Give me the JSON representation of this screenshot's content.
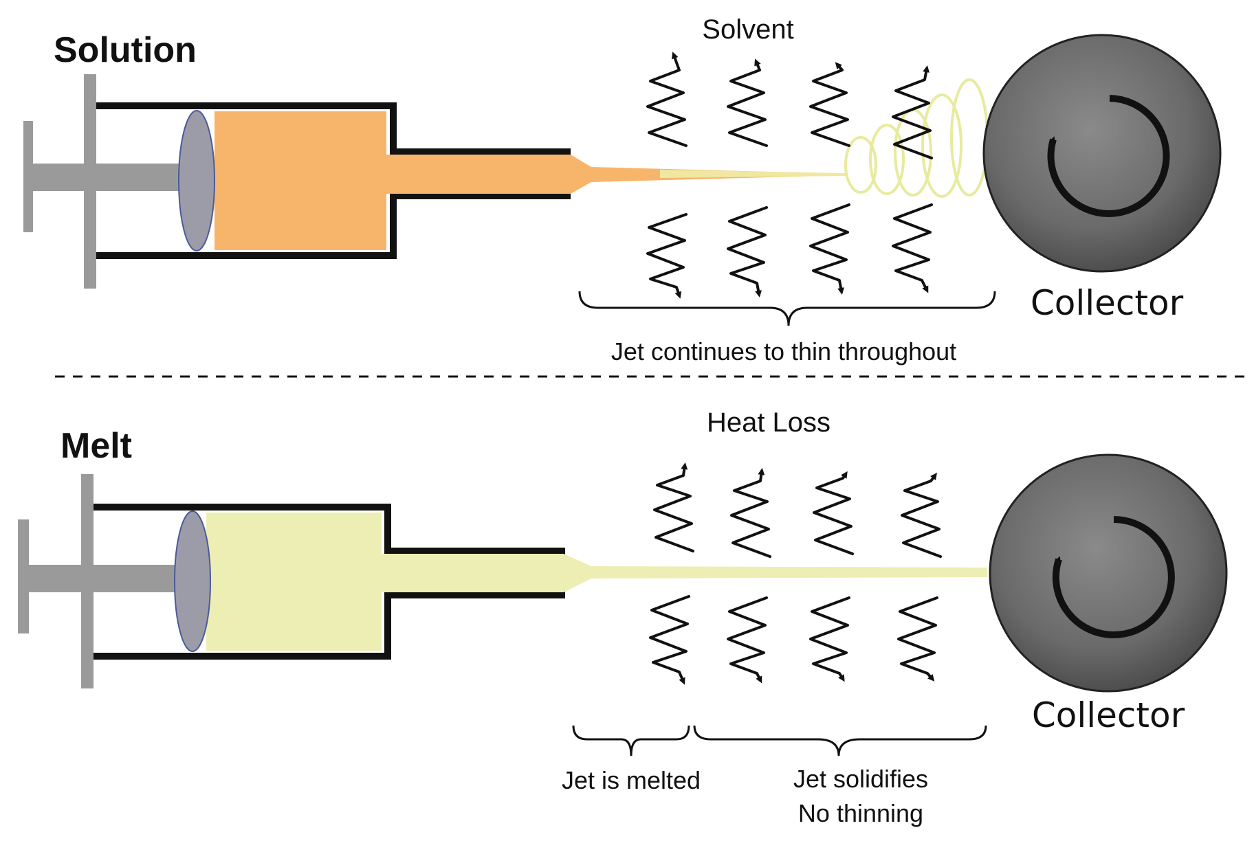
{
  "top": {
    "mode_label": "Solution",
    "emission_label": "Solvent",
    "collector_label": "Collector",
    "brace_caption": "Jet continues to thin throughout"
  },
  "bottom": {
    "mode_label": "Melt",
    "emission_label": "Heat Loss",
    "collector_label": "Collector",
    "brace_left_caption": "Jet is melted",
    "brace_right_caption_line1": "Jet solidifies",
    "brace_right_caption_line2": "No thinning"
  },
  "colors": {
    "solution_fluid": "#f7b56b",
    "melt_fluid": "#edeeb3",
    "fiber_loop": "#e8ea9e",
    "plunger": "#9a9a9a",
    "seal": "#9c9ca8",
    "collector": "#6b6b6b",
    "outline": "#111111"
  }
}
